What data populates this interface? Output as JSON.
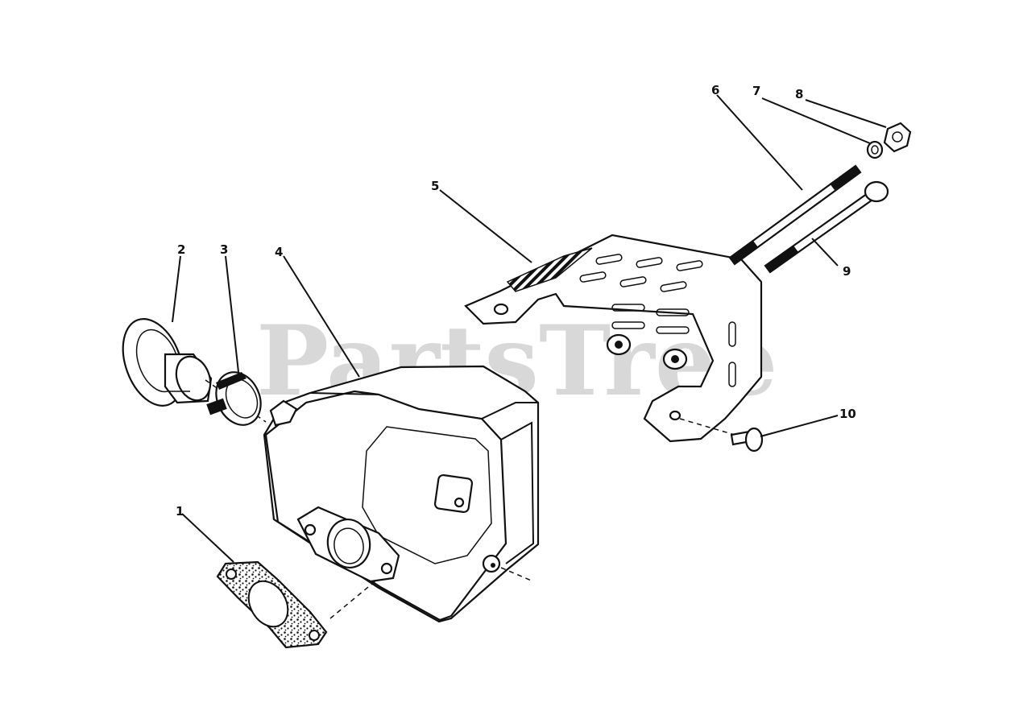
{
  "watermark": "PartsTree",
  "callouts": [
    {
      "id": "1",
      "label": "1"
    },
    {
      "id": "2",
      "label": "2"
    },
    {
      "id": "3",
      "label": "3"
    },
    {
      "id": "4",
      "label": "4"
    },
    {
      "id": "5",
      "label": "5"
    },
    {
      "id": "6",
      "label": "6"
    },
    {
      "id": "7",
      "label": "7"
    },
    {
      "id": "8",
      "label": "8"
    },
    {
      "id": "9",
      "label": "9"
    },
    {
      "id": "10",
      "label": "10"
    }
  ]
}
